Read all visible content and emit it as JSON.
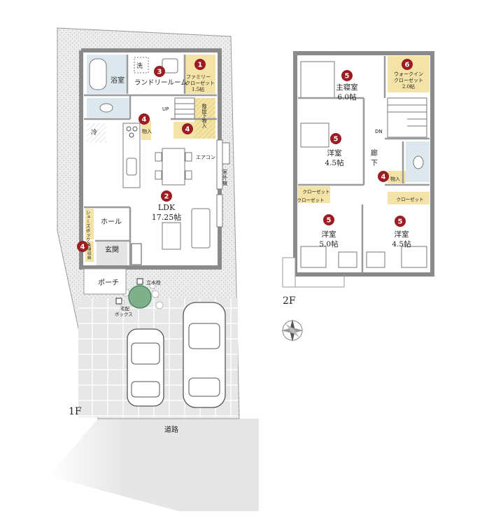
{
  "floor1": {
    "label": "1F",
    "rooms": {
      "bath": "浴室",
      "wash": "洗",
      "laundry": "ランドリールーム",
      "family_closet": [
        "ファミリー",
        "クローゼット",
        "1.5帖"
      ],
      "fridge": "冷",
      "storage": "物入",
      "under_stair_storage": [
        "階段下物入"
      ],
      "up": "UP",
      "aircon": "エアコン",
      "outdoor_unit": [
        "室",
        "外",
        "機"
      ],
      "ldk": "LDK",
      "ldk_area": "17.25帖",
      "hall": "ホール",
      "shoe_box": [
        "シューズボックス"
      ],
      "tall_storage": [
        "玄",
        "関",
        "収",
        "納"
      ],
      "entrance": "玄関",
      "porch": "ポーチ",
      "water_faucet": "立水栓",
      "delivery_box": [
        "宅配",
        "ボックス"
      ],
      "road": "道路"
    },
    "badges": [
      "1",
      "3",
      "4",
      "4",
      "2",
      "4"
    ]
  },
  "floor2": {
    "label": "2F",
    "rooms": {
      "master": "主寝室",
      "master_area": "6.0帖",
      "walk_in": [
        "ウォークイン",
        "クローゼット",
        "2.0帖"
      ],
      "dn": "DN",
      "corridor": [
        "廊",
        "下"
      ],
      "room_a": "洋室",
      "room_a_area": "4.5帖",
      "storage": "物入",
      "closet": "クローゼット",
      "room_b": "洋室",
      "room_b_area": "5.0帖",
      "room_c": "洋室",
      "room_c_area": "4.5帖"
    },
    "badges": [
      "5",
      "6",
      "5",
      "4",
      "5",
      "5"
    ]
  },
  "colors": {
    "badge": "#9b1c22",
    "wall": "#8a8a8a",
    "lot": "#e9e9e9",
    "wet_area": "#dce8ee",
    "storage": "#f3e3a6",
    "floor": "#ffffff",
    "garden_green": "#7fb08a"
  }
}
